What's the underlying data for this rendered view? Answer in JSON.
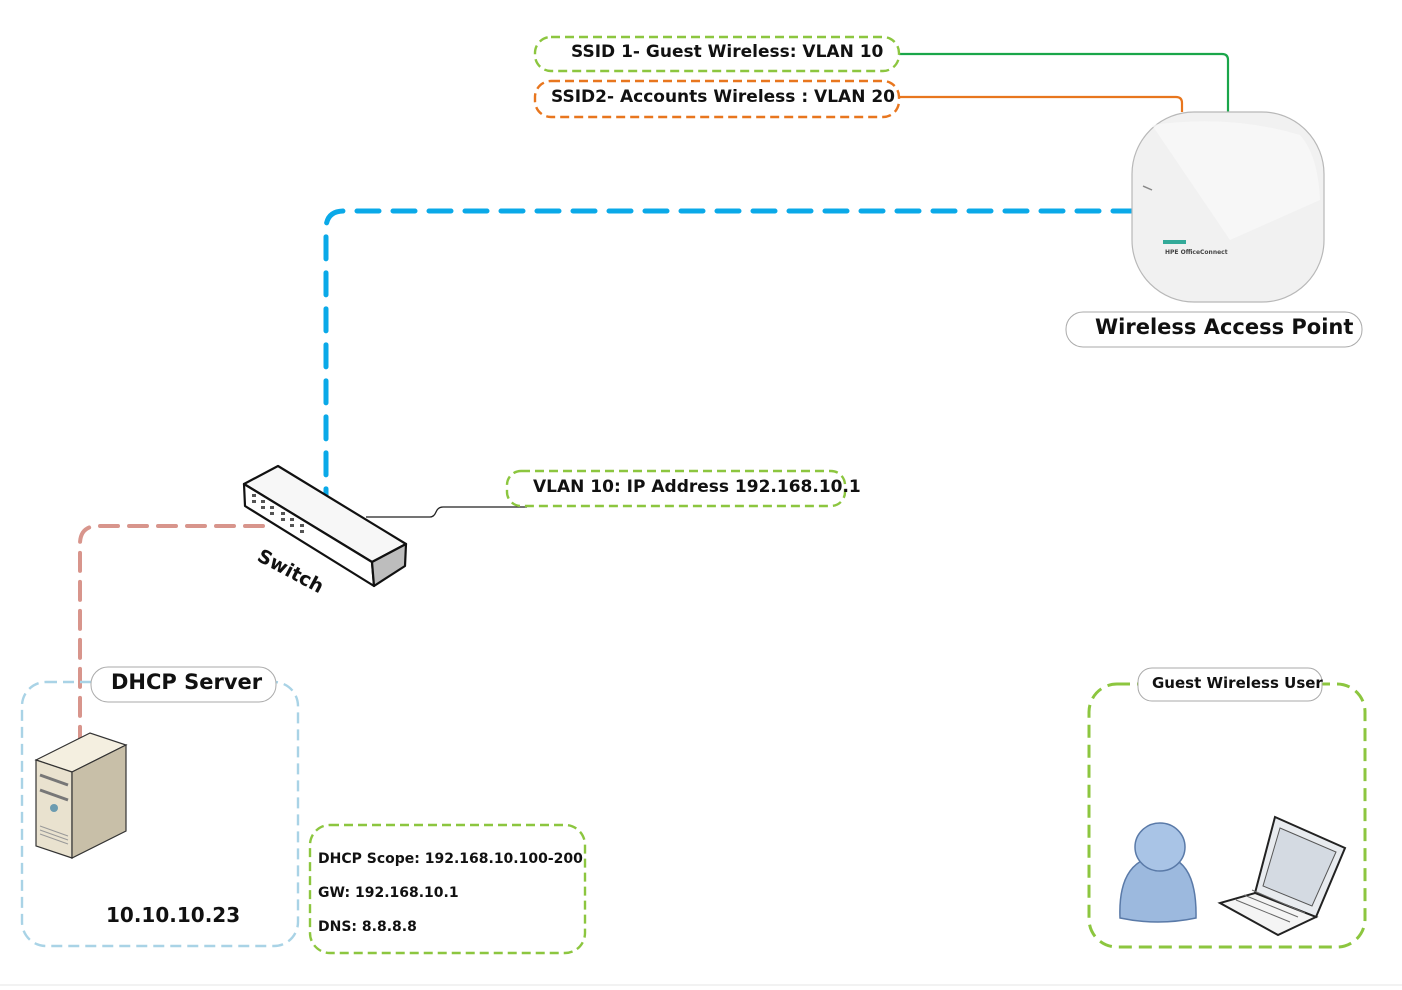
{
  "labels": {
    "ssid1": "SSID 1- Guest Wireless: VLAN 10",
    "ssid2": "SSID2- Accounts Wireless : VLAN 20",
    "wap": "Wireless Access Point",
    "wap_brand": "HPE OfficeConnect",
    "switch": "Switch",
    "vlan_ip": "VLAN 10: IP Address 192.168.10.1",
    "dhcp_server": "DHCP Server",
    "server_ip": "10.10.10.23",
    "scope": "DHCP Scope:  192.168.10.100-200",
    "gw": "GW: 192.168.10.1",
    "dns": "DNS: 8.8.8.8",
    "guest_user": "Guest Wireless User"
  },
  "colors": {
    "ssid1_line": "#1aa64a",
    "ssid2_line": "#e8761e",
    "trunk_line": "#0aa9e8",
    "server_line": "#d8958c",
    "green_dash": "#8cc63f",
    "blue_dash": "#a9d3e6"
  }
}
